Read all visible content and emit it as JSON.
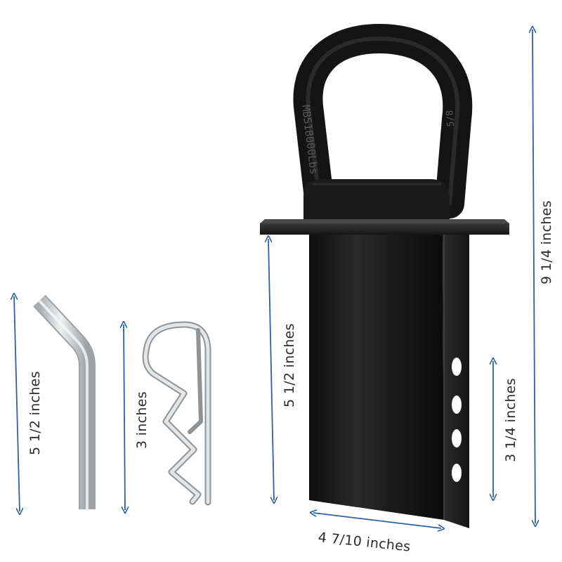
{
  "product": {
    "ring_marking": "MBS18000Lbs",
    "ring_size_marking": "5/8"
  },
  "dimensions": {
    "pin_length": "5 1/2 inches",
    "clip_length": "3 inches",
    "receiver_height": "5 1/2 inches",
    "hole_span": "3 1/4 inches",
    "total_height": "9 1/4 inches",
    "width": "4  7/10 inches"
  },
  "colors": {
    "arrow": "#2f5fa8",
    "product_black": "#1a1a1a",
    "metal_silver": "#c9ccce"
  }
}
